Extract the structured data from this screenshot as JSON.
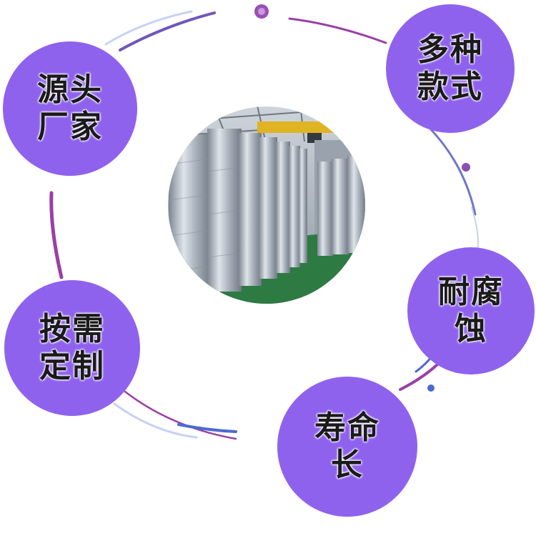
{
  "colors": {
    "bubble_fill": "#8f62ee",
    "ring_blue": "#4a6ad0",
    "ring_purple": "#9a3fa6",
    "ring_light": "#c6d2f2",
    "floor_green": "#2e7a43",
    "pipe_steel": "#b9c1cb"
  },
  "features": [
    {
      "lines": [
        "源头",
        "厂家"
      ]
    },
    {
      "lines": [
        "多种",
        "款式"
      ]
    },
    {
      "lines": [
        "耐腐",
        "蚀"
      ]
    },
    {
      "lines": [
        "按需",
        "定制"
      ]
    },
    {
      "lines": [
        "寿命",
        "长"
      ]
    }
  ],
  "photo": {
    "subject": "spiral-duct-pipes-warehouse"
  }
}
